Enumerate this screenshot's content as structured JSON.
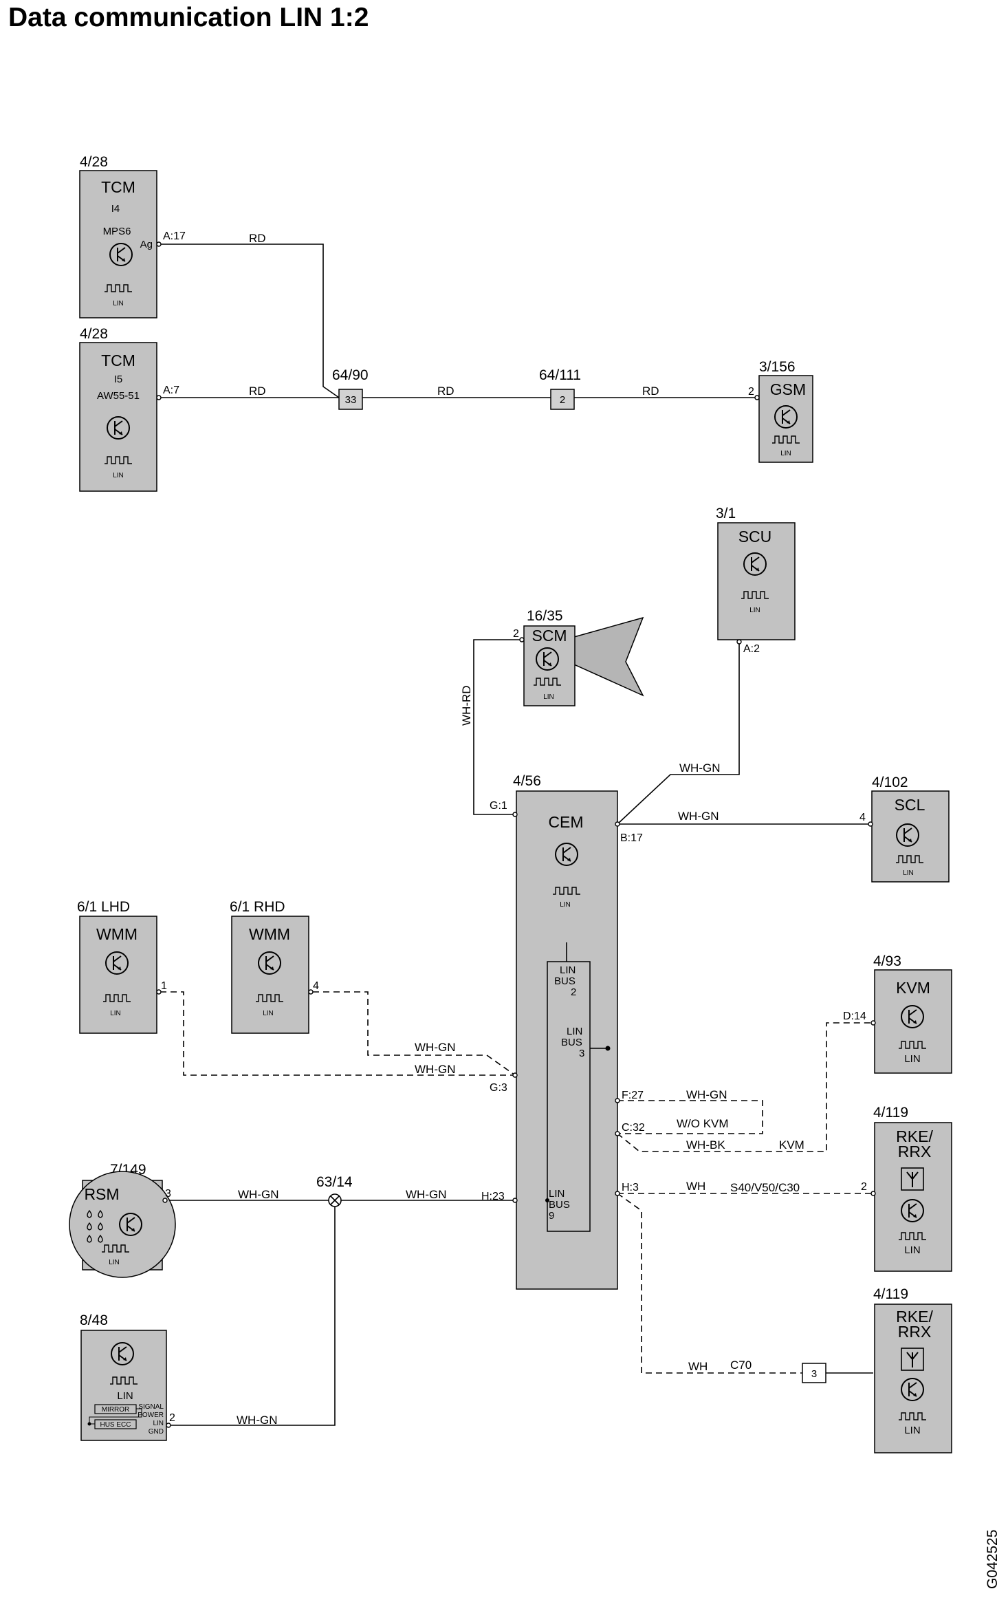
{
  "title": "Data communication LIN 1:2",
  "drawing_id": "G042525",
  "components": {
    "tcm1": {
      "ref": "4/28",
      "name": "TCM",
      "line1": "I4",
      "line2": "MPS6",
      "pin_label": "Ag",
      "pin": "A:17",
      "lin": "LIN"
    },
    "tcm2": {
      "ref": "4/28",
      "name": "TCM",
      "line1": "I5",
      "line2": "AW55-51",
      "pin": "A:7",
      "lin": "LIN"
    },
    "gsm": {
      "ref": "3/156",
      "name": "GSM",
      "pin": "2",
      "lin": "LIN"
    },
    "scu": {
      "ref": "3/1",
      "name": "SCU",
      "pin": "A:2",
      "lin": "LIN"
    },
    "scm": {
      "ref": "16/35",
      "name": "SCM",
      "pin": "2",
      "lin": "LIN"
    },
    "cem": {
      "ref": "4/56",
      "name": "CEM",
      "lin": "LIN",
      "pins": {
        "g1": "G:1",
        "b17": "B:17",
        "g3": "G:3",
        "h23": "H:23",
        "f27": "F:27",
        "c32": "C:32",
        "h3": "H:3"
      },
      "bus2": [
        "LIN",
        "BUS",
        "2"
      ],
      "bus3": [
        "LIN",
        "BUS",
        "3"
      ],
      "bus9": [
        "LIN",
        "BUS",
        "9"
      ]
    },
    "scl": {
      "ref": "4/102",
      "name": "SCL",
      "pin": "4",
      "lin": "LIN"
    },
    "wmm_lhd": {
      "ref": "6/1 LHD",
      "name": "WMM",
      "pin": "1",
      "lin": "LIN"
    },
    "wmm_rhd": {
      "ref": "6/1 RHD",
      "name": "WMM",
      "pin": "4",
      "lin": "LIN"
    },
    "kvm": {
      "ref": "4/93",
      "name": "KVM",
      "pin": "D:14",
      "lin": "LIN"
    },
    "rke1": {
      "ref": "4/119",
      "name1": "RKE/",
      "name2": "RRX",
      "pin": "2",
      "lin": "LIN"
    },
    "rsm": {
      "ref": "7/149",
      "name": "RSM",
      "pin": "3",
      "lin": "LIN"
    },
    "mirror": {
      "ref": "8/48",
      "lin": "LIN",
      "pin": "2",
      "mirror": "MIRROR",
      "hus": "HUS ECC",
      "signal": "SIGNAL",
      "power": "POWER",
      "linpin": "LIN",
      "gnd": "GND"
    },
    "rke2": {
      "ref": "4/119",
      "name1": "RKE/",
      "name2": "RRX",
      "lin": "LIN"
    }
  },
  "splices": {
    "s1": {
      "ref": "64/90",
      "num": "33"
    },
    "s2": {
      "ref": "64/111",
      "num": "2"
    },
    "s3": {
      "ref": "63/14"
    },
    "c70": {
      "num": "3"
    }
  },
  "wires": {
    "rd1": "RD",
    "rd2": "RD",
    "rd3": "RD",
    "rd4": "RD",
    "whrd": "WH-RD",
    "scu_wire": "WH-GN",
    "scl_wire": "WH-GN",
    "wmm_rhd_wire": "WH-GN",
    "wmm_lhd_wire": "WH-GN",
    "f27_wire": "WH-GN",
    "wo_kvm": "W/O KVM",
    "whbk": "WH-BK",
    "kvm_label": "KVM",
    "h3_wire": "WH",
    "s40": "S40/V50/C30",
    "rsm_wire": "WH-GN",
    "splice_wire": "WH-GN",
    "mirror_wire": "WH-GN",
    "c70_wire": "WH",
    "c70_label": "C70"
  },
  "colors": {
    "module_fill": "#c2c2c2",
    "line": "#000000"
  }
}
